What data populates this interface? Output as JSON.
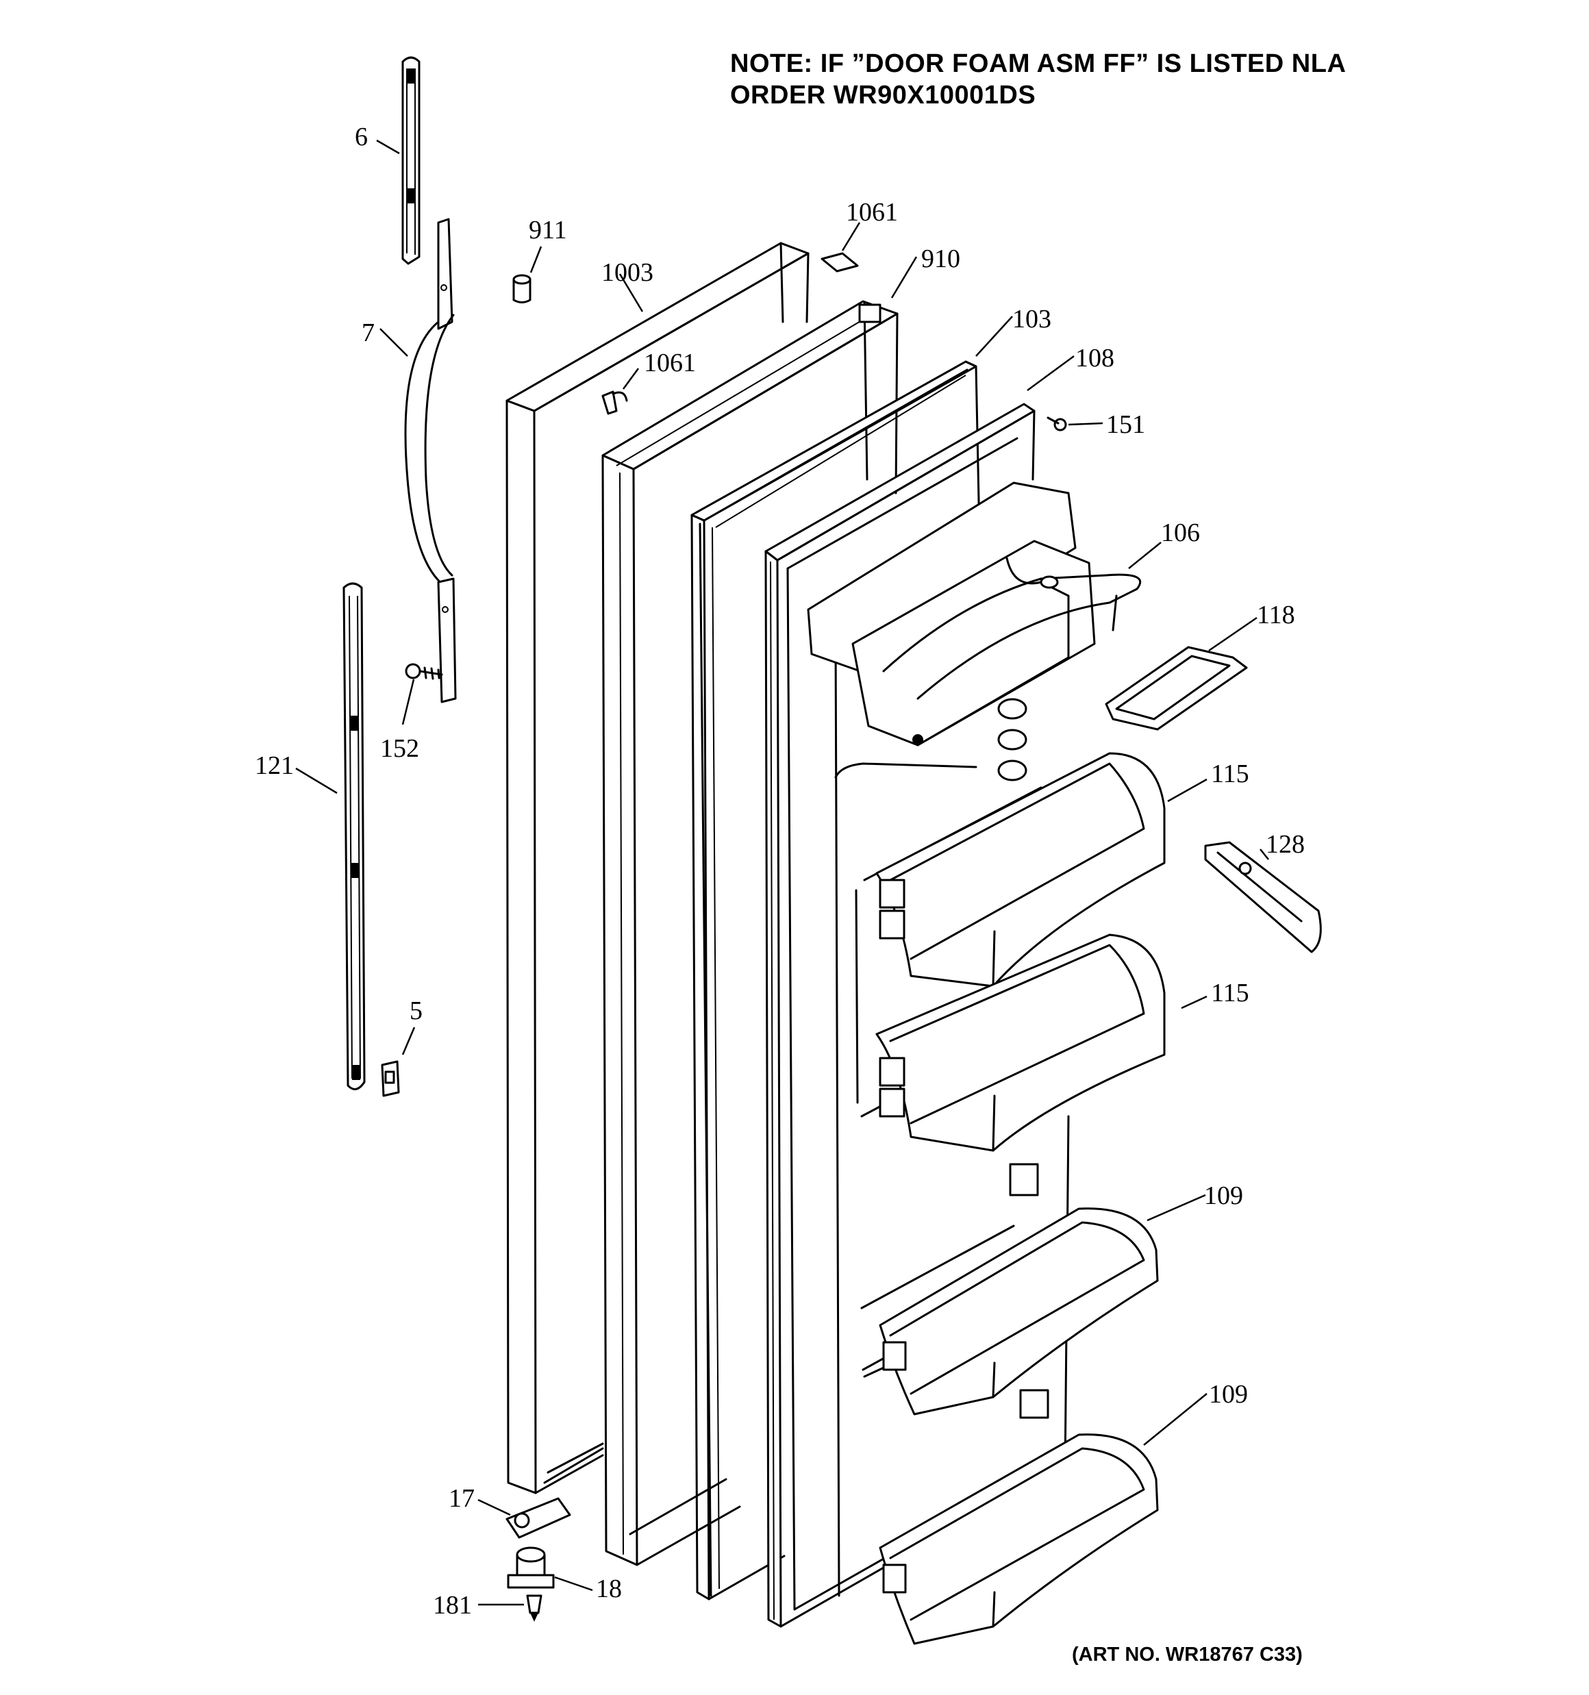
{
  "note": {
    "line1": "NOTE: IF ”DOOR FOAM ASM FF” IS LISTED NLA",
    "line2": "ORDER WR90X10001DS"
  },
  "art_number": "(ART NO. WR18767 C33)",
  "callouts": {
    "c6": "6",
    "c7": "7",
    "c911": "911",
    "c1003": "1003",
    "c1061a": "1061",
    "c1061b": "1061",
    "c910": "910",
    "c103": "103",
    "c108": "108",
    "c151": "151",
    "c106": "106",
    "c118": "118",
    "c152": "152",
    "c121": "121",
    "c115a": "115",
    "c128": "128",
    "c115b": "115",
    "c5": "5",
    "c109a": "109",
    "c109b": "109",
    "c17": "17",
    "c18": "18",
    "c181": "181"
  }
}
